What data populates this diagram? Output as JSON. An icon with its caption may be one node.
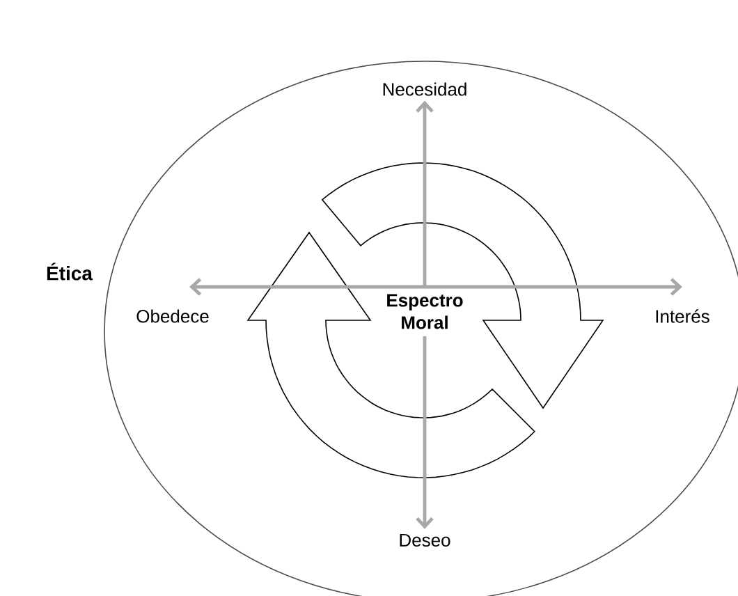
{
  "diagram": {
    "nodes": [
      {
        "text": [
          "Ética"
        ]
      },
      {
        "text": [
          "Necesidad"
        ],
        "in": 0
      },
      {
        "text": [
          "Obedece"
        ],
        "in": 0
      },
      {
        "text": [
          "Espectro Moral"
        ],
        "in": 0
      },
      {
        "text": [
          "Interés"
        ],
        "in": 0
      },
      {
        "text": [
          "Deseo"
        ],
        "in": 0
      }
    ],
    "edges": [
      {
        "from": 3,
        "to": 1,
        "arrow": "to"
      },
      {
        "from": 3,
        "to": 2,
        "arrow": "to"
      },
      {
        "from": 3,
        "to": 4,
        "arrow": "to"
      },
      {
        "from": 3,
        "to": 5,
        "arrow": "to"
      }
    ]
  }
}
